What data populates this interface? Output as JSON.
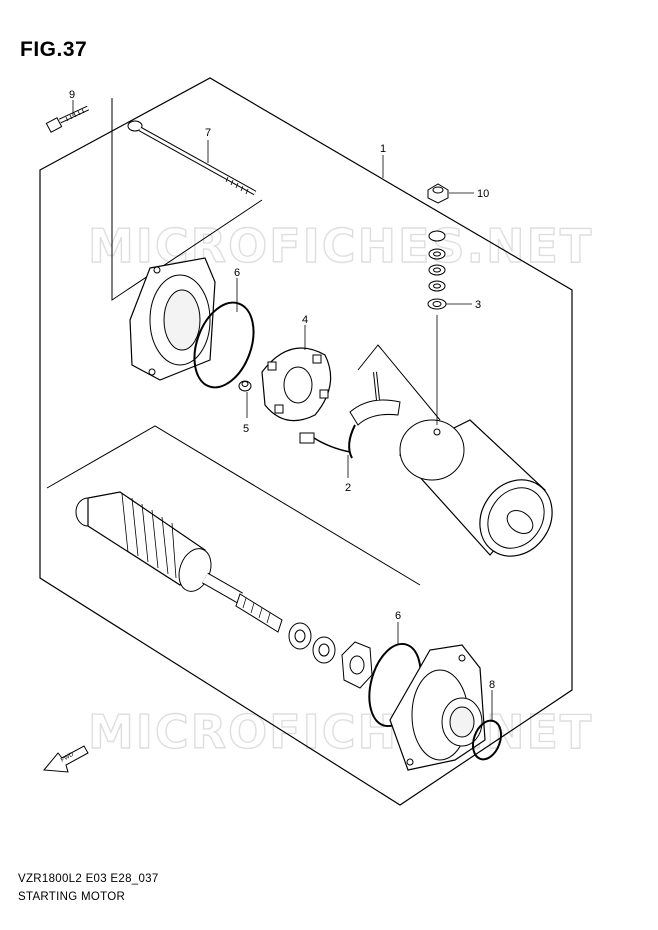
{
  "figure": {
    "title": "FIG.37"
  },
  "watermark": {
    "text": "MICROFICHES.NET"
  },
  "callouts": {
    "p1": "1",
    "p2": "2",
    "p3": "3",
    "p4": "4",
    "p5": "5",
    "p6a": "6",
    "p6b": "6",
    "p7": "7",
    "p8": "8",
    "p9": "9",
    "p10": "10"
  },
  "fwd": {
    "label": "FWD"
  },
  "footer": {
    "code": "VZR1800L2 E03 E28_037",
    "name": "STARTING MOTOR"
  }
}
